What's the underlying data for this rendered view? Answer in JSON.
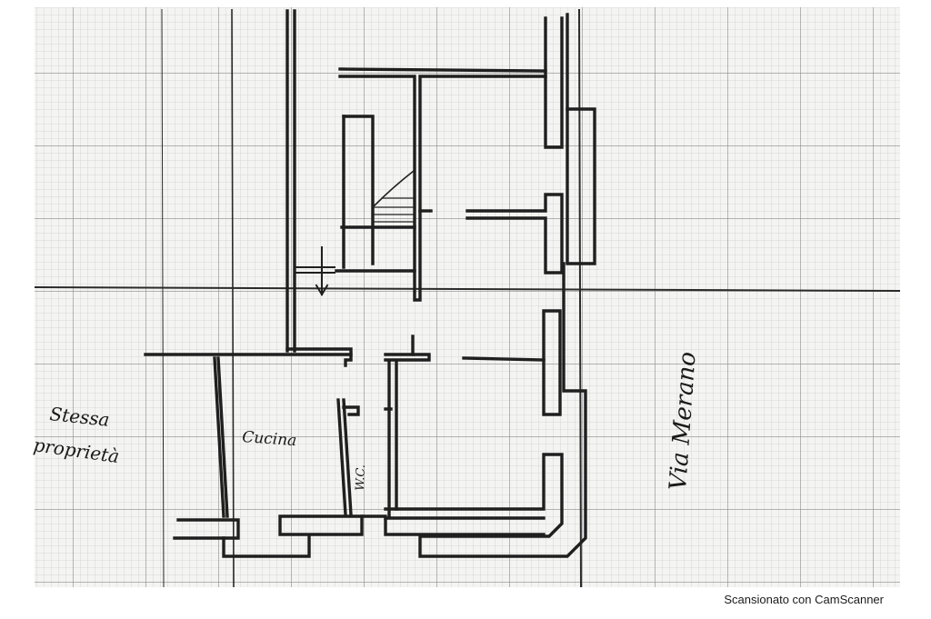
{
  "labels": {
    "owner_line1": "Stessa",
    "owner_line2": "proprietà",
    "kitchen": "Cucina",
    "wc": "W.C.",
    "street": "Via Merano"
  },
  "footer": {
    "scanner_credit": "Scansionato con CamScanner"
  },
  "colors": {
    "paper": "#f6f6f4",
    "grid_fine": "#c9c9c9",
    "grid_major": "#7a7a7a",
    "ink": "#1f1f1f"
  }
}
